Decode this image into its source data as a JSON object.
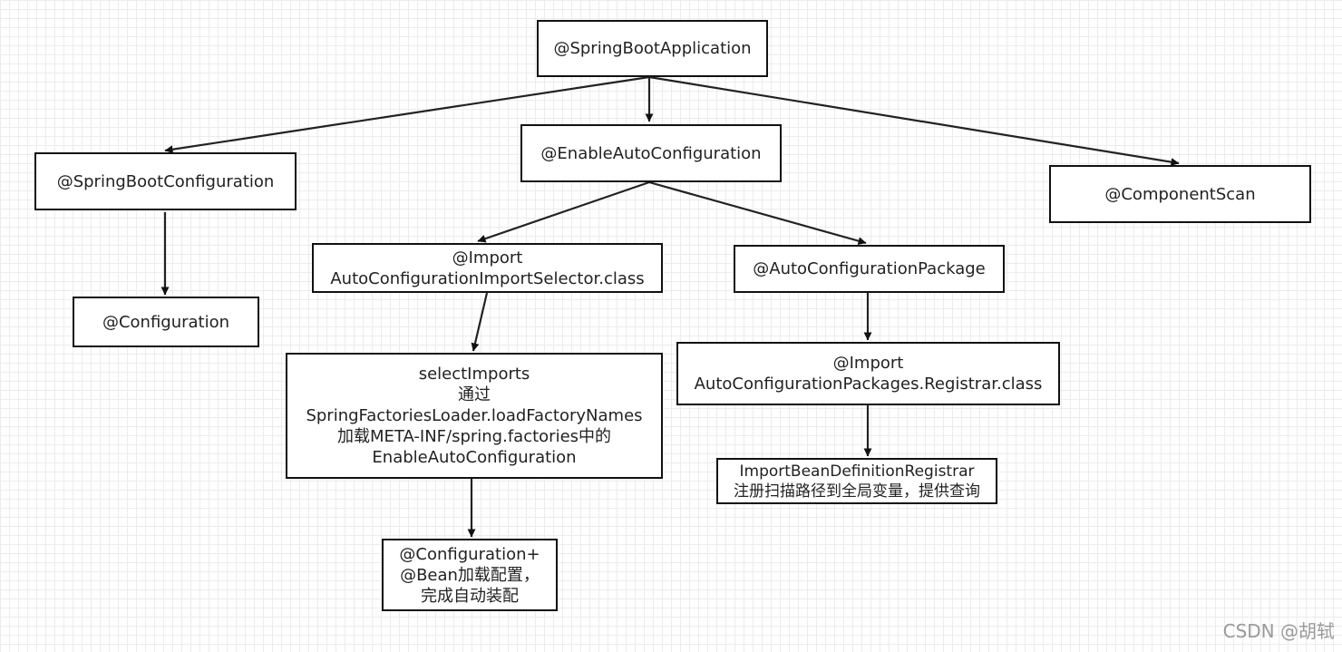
{
  "diagram": {
    "nodes": {
      "spring_boot_application": {
        "lines": [
          "@SpringBootApplication"
        ]
      },
      "enable_auto_configuration": {
        "lines": [
          "@EnableAutoConfiguration"
        ]
      },
      "spring_boot_configuration": {
        "lines": [
          "@SpringBootConfiguration"
        ]
      },
      "component_scan": {
        "lines": [
          "@ComponentScan"
        ]
      },
      "import_selector": {
        "lines": [
          "@Import",
          "AutoConfigurationImportSelector.class"
        ]
      },
      "auto_configuration_package": {
        "lines": [
          "@AutoConfigurationPackage"
        ]
      },
      "configuration": {
        "lines": [
          "@Configuration"
        ]
      },
      "select_imports": {
        "lines": [
          "selectImports",
          "通过",
          "SpringFactoriesLoader.loadFactoryNames",
          "加载META-INF/spring.factories中的",
          "EnableAutoConfiguration"
        ]
      },
      "import_registrar": {
        "lines": [
          "@Import",
          "AutoConfigurationPackages.Registrar.class"
        ]
      },
      "bean_definition_registrar": {
        "lines": [
          "ImportBeanDefinitionRegistrar",
          "注册扫描路径到全局变量，提供查询"
        ]
      },
      "configuration_bean": {
        "lines": [
          "@Configuration+",
          "@Bean加载配置，",
          "完成自动装配"
        ]
      }
    },
    "edges": [
      {
        "from": "spring_boot_application",
        "to": "enable_auto_configuration"
      },
      {
        "from": "spring_boot_application",
        "to": "spring_boot_configuration"
      },
      {
        "from": "spring_boot_application",
        "to": "component_scan"
      },
      {
        "from": "spring_boot_configuration",
        "to": "configuration"
      },
      {
        "from": "enable_auto_configuration",
        "to": "import_selector"
      },
      {
        "from": "enable_auto_configuration",
        "to": "auto_configuration_package"
      },
      {
        "from": "import_selector",
        "to": "select_imports"
      },
      {
        "from": "select_imports",
        "to": "configuration_bean"
      },
      {
        "from": "auto_configuration_package",
        "to": "import_registrar"
      },
      {
        "from": "import_registrar",
        "to": "bean_definition_registrar"
      }
    ]
  },
  "watermark": "CSDN @胡轼"
}
